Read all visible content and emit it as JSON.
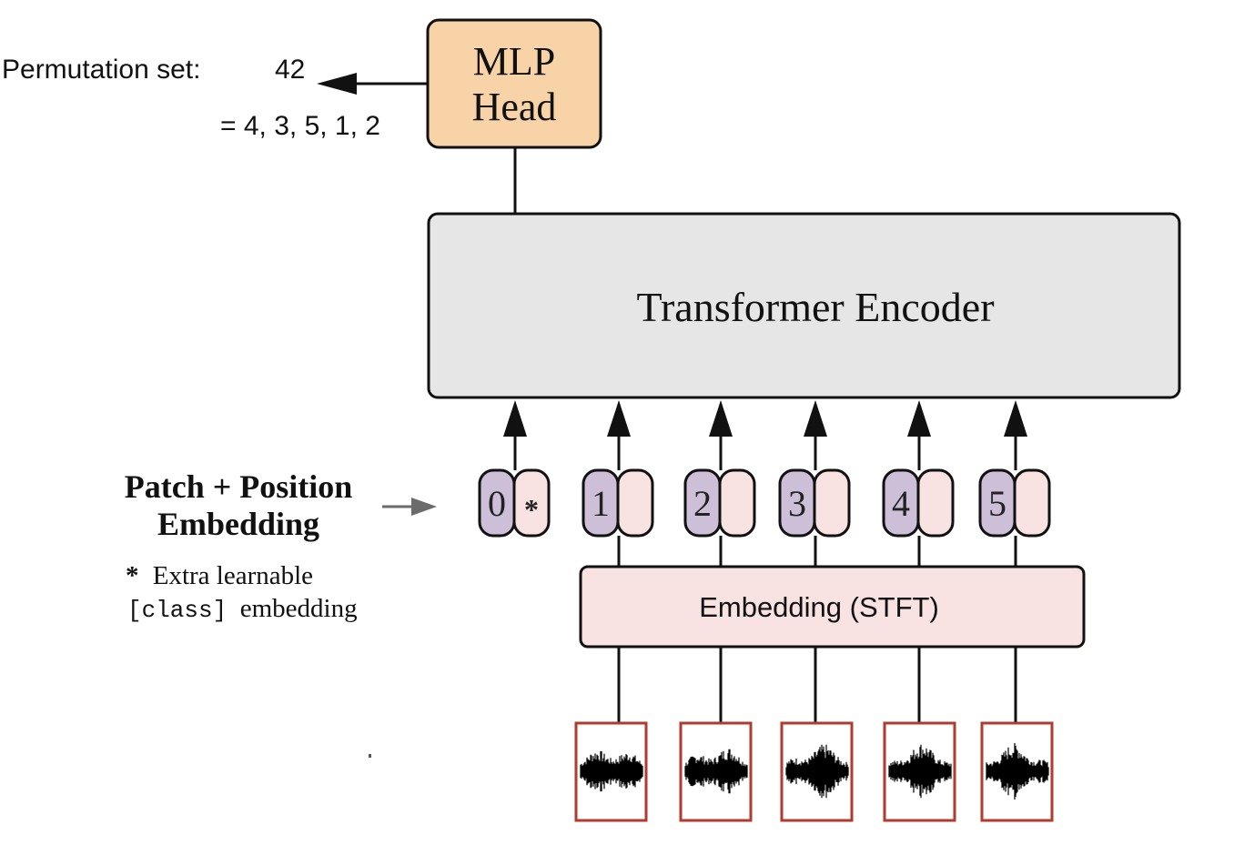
{
  "mlp_head": {
    "line1": "MLP",
    "line2": "Head"
  },
  "permutation": {
    "label": "Permutation set:",
    "value": "42",
    "sequence": "= 4, 3, 5, 1, 2"
  },
  "encoder": {
    "label": "Transformer Encoder"
  },
  "patch_embedding": {
    "line1": "Patch + Position",
    "line2": "Embedding"
  },
  "class_note": {
    "star": "*",
    "text1": "Extra learnable",
    "code": "[class]",
    "text2": "embedding"
  },
  "tokens": [
    {
      "pos": "0",
      "patch": "*"
    },
    {
      "pos": "1",
      "patch": ""
    },
    {
      "pos": "2",
      "patch": ""
    },
    {
      "pos": "3",
      "patch": ""
    },
    {
      "pos": "4",
      "patch": ""
    },
    {
      "pos": "5",
      "patch": ""
    }
  ],
  "embedding_box": {
    "label": "Embedding (STFT)"
  },
  "waveforms": [
    {
      "icon": "waveform-icon"
    },
    {
      "icon": "waveform-icon"
    },
    {
      "icon": "waveform-icon"
    },
    {
      "icon": "waveform-icon"
    },
    {
      "icon": "waveform-icon"
    }
  ],
  "colors": {
    "mlp_fill": "#f8d3a8",
    "encoder_fill": "#e6e6e6",
    "position_fill": "#cdbfd7",
    "patch_fill": "#f8e2e2",
    "embedding_fill": "#f8e2e2",
    "waveform_border": "#b23a2e",
    "stroke": "#111111",
    "side_arrow": "#6b6b6b"
  }
}
